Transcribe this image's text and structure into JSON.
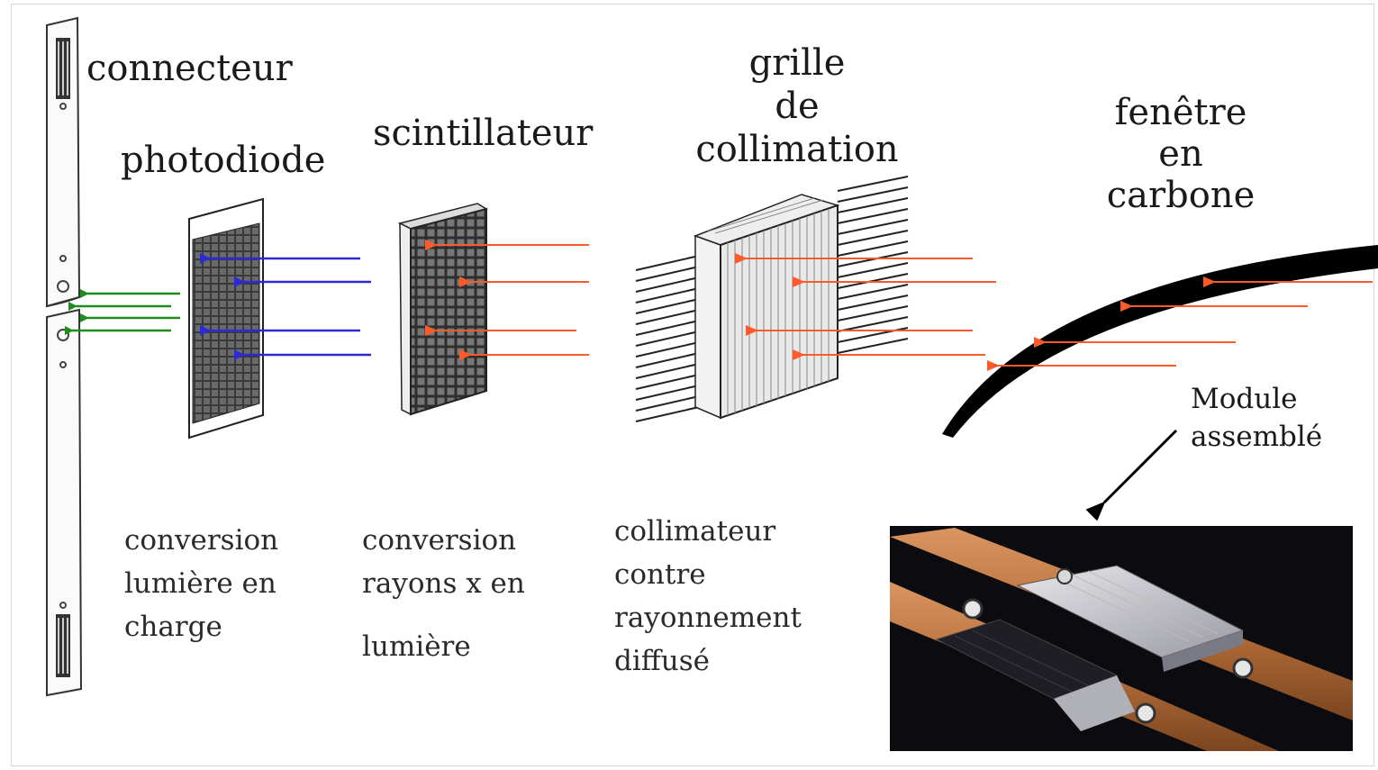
{
  "labels": {
    "connecteur": "connecteur",
    "photodiode": "photodiode",
    "scintillateur": "scintillateur",
    "grille": [
      "grille",
      "de",
      "collimation"
    ],
    "fenetre": [
      "fenêtre",
      "en",
      "carbone"
    ],
    "module": [
      "Module",
      "assemblé"
    ]
  },
  "descriptions": {
    "photodiode": [
      "conversion",
      "lumière en",
      "charge"
    ],
    "scintillateur": [
      "conversion",
      "rayons x en",
      "lumière"
    ],
    "collimateur": [
      "collimateur",
      "contre",
      "rayonnement",
      "diffusé"
    ]
  },
  "colors": {
    "green_arrow": "#1e8c1e",
    "blue_arrow": "#2b2bd6",
    "red_arrow": "#ff5a2a",
    "carbon_window": "#000000",
    "photo_bg": "#0b0b10",
    "copper": "#b8703a"
  }
}
